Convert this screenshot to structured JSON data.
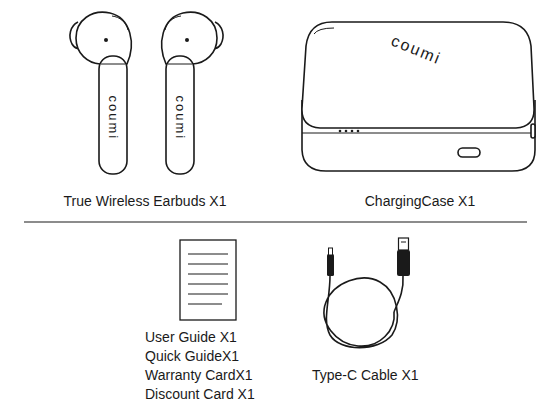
{
  "diagram": {
    "labels": [
      "coumi",
      "coumi",
      "True Wireless Earbuds X1",
      "coumi",
      "ChargingCase X1",
      "User Guide X1",
      "Quick GuideX1",
      "Warranty CardX1",
      "Discount Card X1",
      "Type-C Cable X1"
    ]
  }
}
